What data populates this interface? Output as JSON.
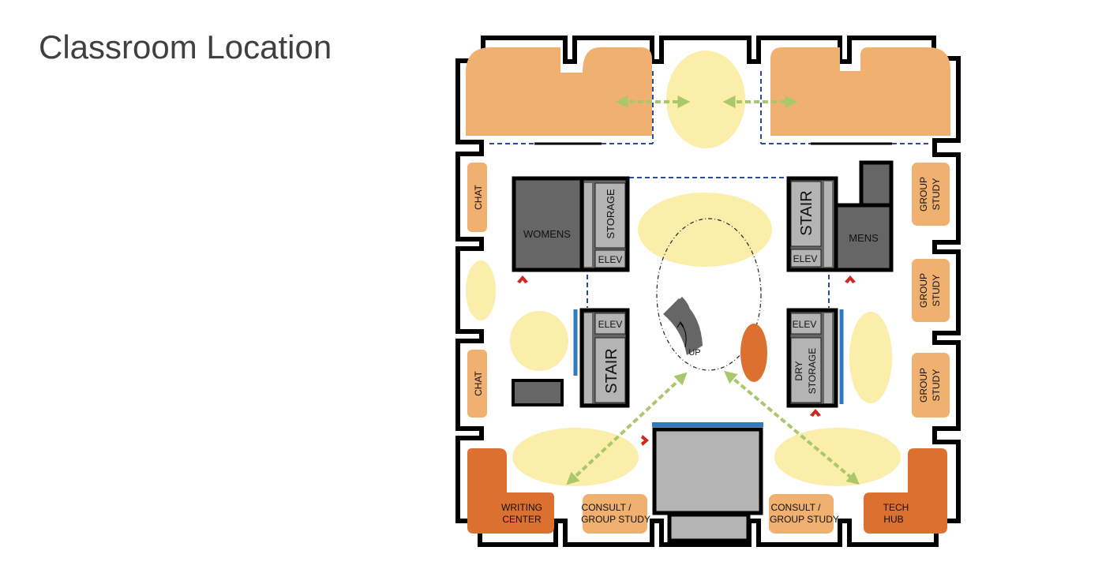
{
  "slide": {
    "title": "Classroom Location"
  },
  "colors": {
    "wall": "#000000",
    "light_orange": "#f0b070",
    "dark_orange": "#dc7030",
    "pale_yellow": "#fbeeaa",
    "dark_gray": "#666666",
    "light_gray": "#b4b4b4",
    "divider_blue": "#2a4a9a",
    "wall_blue": "#2e7bbf",
    "arrow_green": "#a9c76b",
    "door_red": "#cc2a1e"
  },
  "rooms": {
    "womens": "WOMENS",
    "mens": "MENS",
    "storage": "STORAGE",
    "dry_storage_line1": "DRY",
    "dry_storage_line2": "STORAGE",
    "elev_1": "ELEV",
    "elev_2": "ELEV",
    "elev_3": "ELEV",
    "elev_4": "ELEV",
    "stair_1": "STAIR",
    "stair_2": "STAIR",
    "up": "UP",
    "chat_1": "CHAT",
    "chat_2": "CHAT",
    "group_study_line1": "GROUP",
    "group_study_line2": "STUDY",
    "writing_center_line1": "WRITING",
    "writing_center_line2": "CENTER",
    "consult_line1": "CONSULT /",
    "consult_line2": "GROUP STUDY",
    "tech_hub_line1": "TECH",
    "tech_hub_line2": "HUB"
  }
}
